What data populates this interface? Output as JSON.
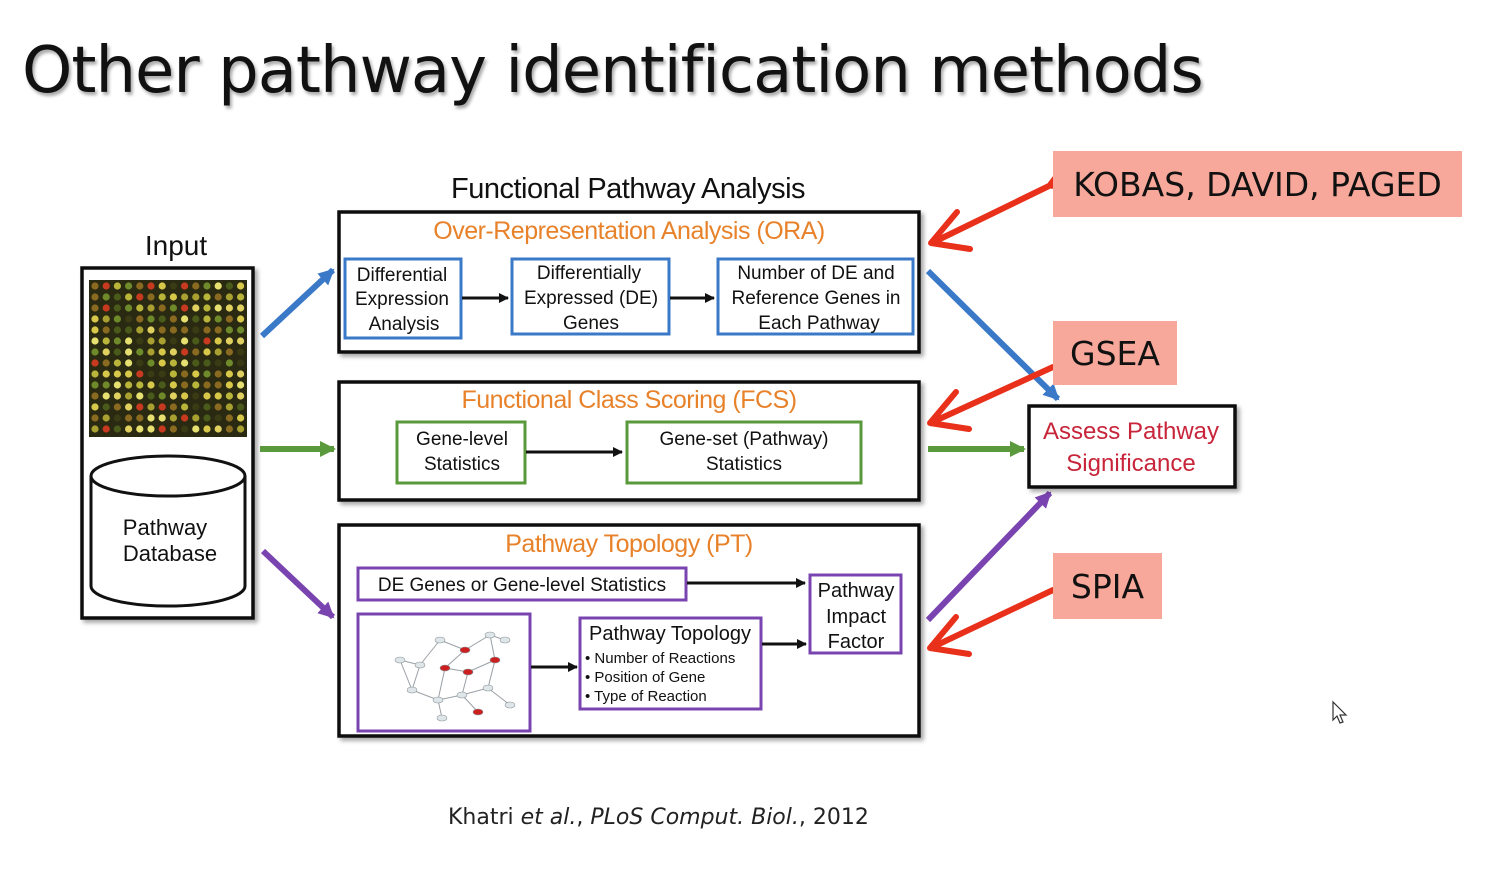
{
  "slide_title": "Other pathway identification methods",
  "diagram": {
    "heading": "Functional Pathway Analysis",
    "input_label": "Input",
    "database_label_1": "Pathway",
    "database_label_2": "Database",
    "ora": {
      "title": "Over-Representation Analysis (ORA)",
      "box1": [
        "Differential",
        "Expression",
        "Analysis"
      ],
      "box2": [
        "Differentially",
        "Expressed (DE)",
        "Genes"
      ],
      "box3": [
        "Number of DE and",
        "Reference Genes in",
        "Each Pathway"
      ]
    },
    "fcs": {
      "title": "Functional Class Scoring (FCS)",
      "box1": [
        "Gene-level",
        "Statistics"
      ],
      "box2": [
        "Gene-set (Pathway)",
        "Statistics"
      ]
    },
    "pt": {
      "title": "Pathway Topology (PT)",
      "de_box": "DE Genes or Gene-level Statistics",
      "topology_title": "Pathway Topology",
      "topology_items": [
        "• Number of Reactions",
        "• Position of Gene",
        "• Type of Reaction"
      ],
      "impact_box": [
        "Pathway",
        "Impact",
        "Factor"
      ]
    },
    "assess": [
      "Assess Pathway",
      "Significance"
    ]
  },
  "callouts": {
    "ora_tools": "KOBAS, DAVID, PAGED",
    "fcs_tools": "GSEA",
    "pt_tools": "SPIA"
  },
  "citation": {
    "author": "Khatri ",
    "etal": "et al.",
    "sep": ", ",
    "journal": "PLoS Comput. Biol.",
    "year": ", 2012"
  },
  "colors": {
    "ora_blue": "#3a78c8",
    "fcs_green": "#5a9a3c",
    "pt_purple": "#7a44b0",
    "section_orange": "#e8822a",
    "callout_arrow_red": "#e8301a",
    "callout_fill": "#f7a89a",
    "assess_text": "#c8243a"
  }
}
